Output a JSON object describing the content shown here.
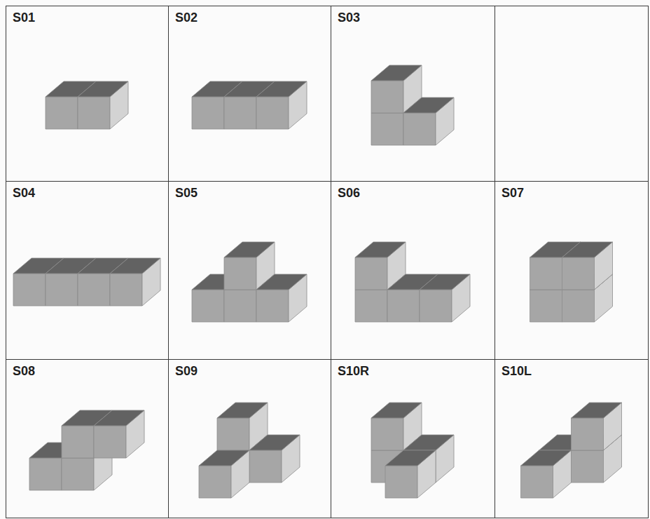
{
  "diagram": {
    "nodes": [
      {
        "text": [
          "S01"
        ]
      },
      {
        "text": [
          "S02"
        ]
      },
      {
        "text": [
          "S03"
        ]
      },
      {
        "text": [
          "S04"
        ]
      },
      {
        "text": [
          "S05"
        ]
      },
      {
        "text": [
          "S06"
        ]
      },
      {
        "text": [
          "S07"
        ]
      },
      {
        "text": [
          "S08"
        ]
      },
      {
        "text": [
          "S09"
        ]
      },
      {
        "text": [
          "S10R"
        ]
      },
      {
        "text": [
          "S10L"
        ]
      }
    ]
  }
}
